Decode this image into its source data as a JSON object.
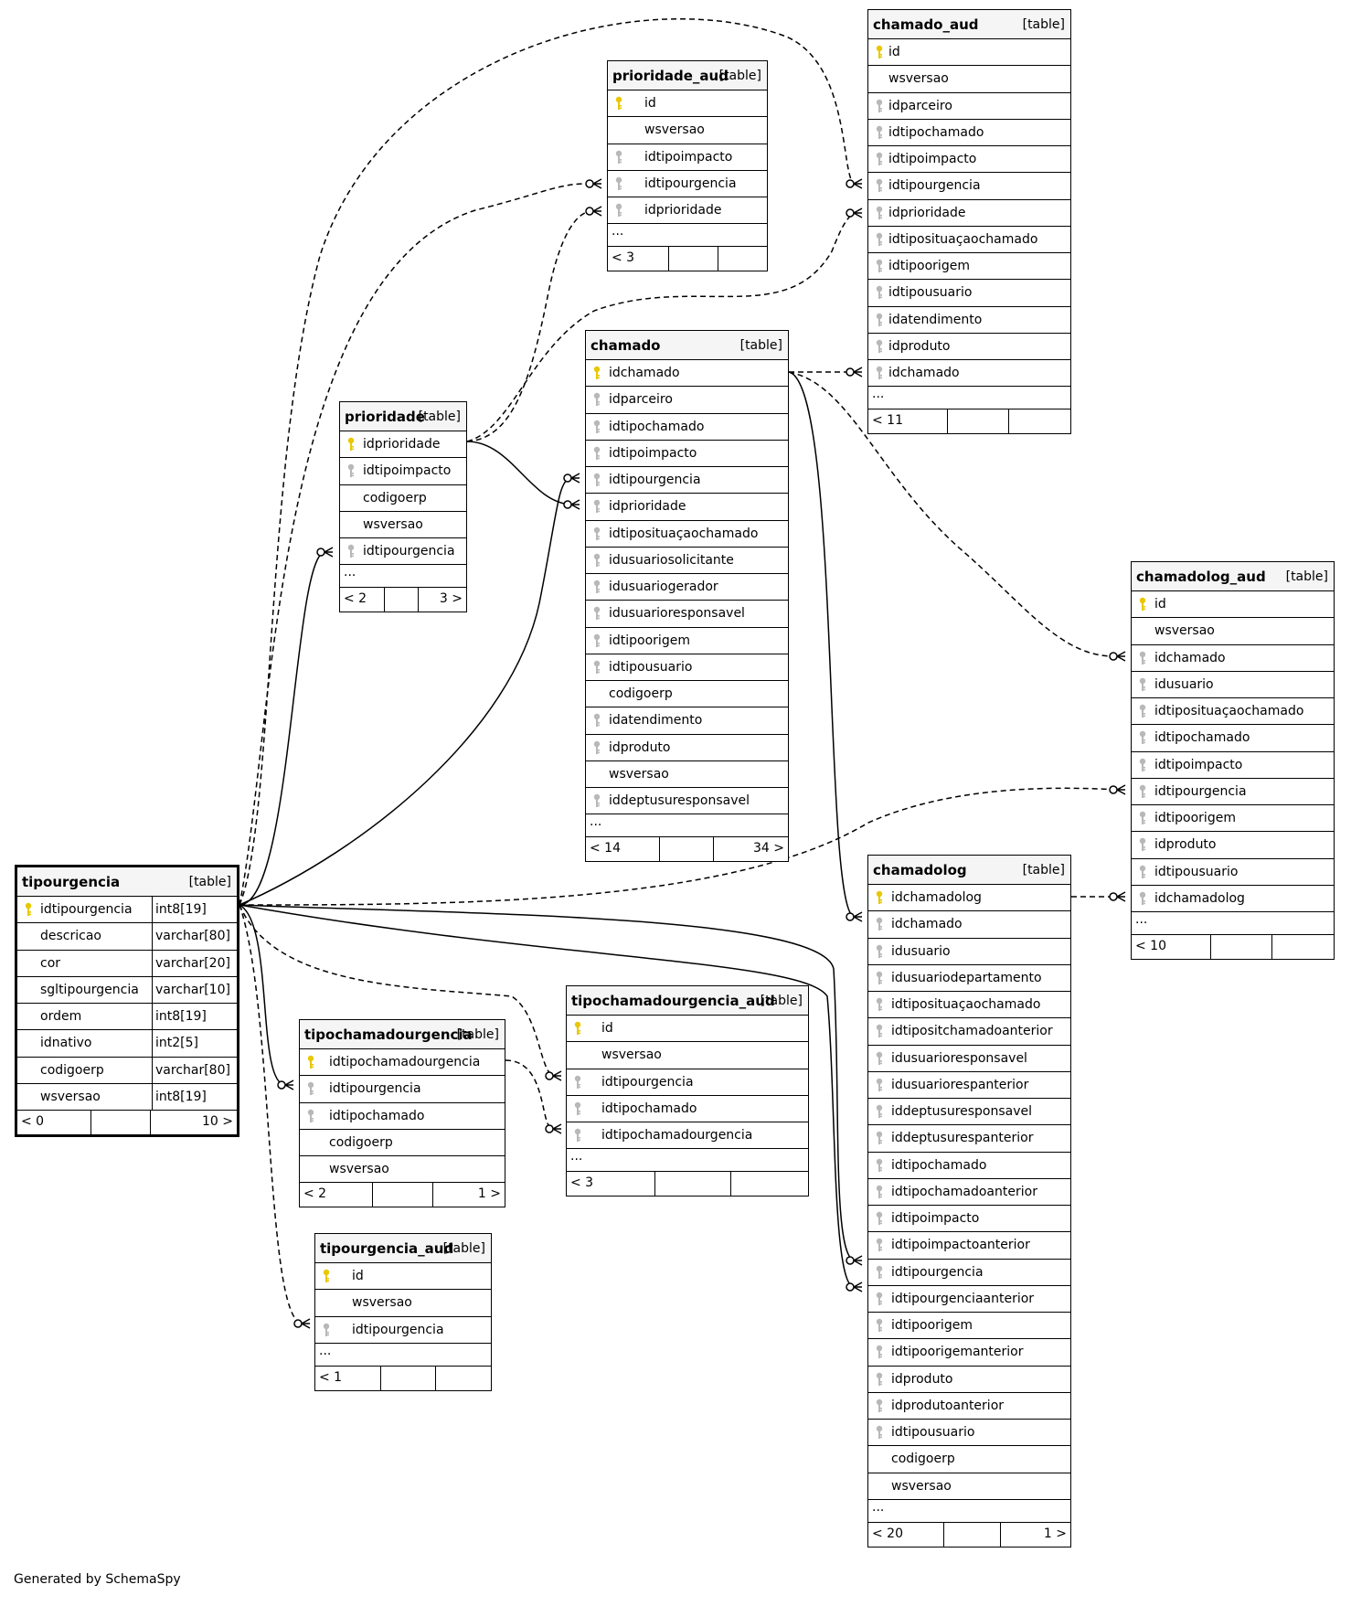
{
  "colors": {
    "pk_key": "#e8c800",
    "fk_key": "#b8b8b8",
    "header_bg": "#f5f5f5",
    "line": "#000000"
  },
  "footer_text": "Generated by SchemaSpy",
  "tables": {
    "chamado_aud": {
      "name": "chamado_aud",
      "tag": "[table]",
      "columns": [
        {
          "n": "id",
          "k": "pk"
        },
        {
          "n": "wsversao",
          "k": ""
        },
        {
          "n": "idparceiro",
          "k": "fk"
        },
        {
          "n": "idtipochamado",
          "k": "fk"
        },
        {
          "n": "idtipoimpacto",
          "k": "fk"
        },
        {
          "n": "idtipourgencia",
          "k": "fk"
        },
        {
          "n": "idprioridade",
          "k": "fk"
        },
        {
          "n": "idtiposituaçaochamado",
          "k": "fk"
        },
        {
          "n": "idtipoorigem",
          "k": "fk"
        },
        {
          "n": "idtipousuario",
          "k": "fk"
        },
        {
          "n": "idatendimento",
          "k": "fk"
        },
        {
          "n": "idproduto",
          "k": "fk"
        },
        {
          "n": "idchamado",
          "k": "fk"
        }
      ],
      "ellipsis": "...",
      "footer": [
        "< 11",
        "",
        ""
      ]
    },
    "prioridade_aud": {
      "name": "prioridade_aud",
      "tag": "[table]",
      "columns": [
        {
          "n": "id",
          "k": "pk"
        },
        {
          "n": "wsversao",
          "k": ""
        },
        {
          "n": "idtipoimpacto",
          "k": "fk"
        },
        {
          "n": "idtipourgencia",
          "k": "fk"
        },
        {
          "n": "idprioridade",
          "k": "fk"
        }
      ],
      "ellipsis": "...",
      "footer": [
        "< 3",
        "",
        ""
      ]
    },
    "chamado": {
      "name": "chamado",
      "tag": "[table]",
      "columns": [
        {
          "n": "idchamado",
          "k": "pk"
        },
        {
          "n": "idparceiro",
          "k": "fk"
        },
        {
          "n": "idtipochamado",
          "k": "fk"
        },
        {
          "n": "idtipoimpacto",
          "k": "fk"
        },
        {
          "n": "idtipourgencia",
          "k": "fk"
        },
        {
          "n": "idprioridade",
          "k": "fk"
        },
        {
          "n": "idtiposituaçaochamado",
          "k": "fk"
        },
        {
          "n": "idusuariosolicitante",
          "k": "fk"
        },
        {
          "n": "idusuariogerador",
          "k": "fk"
        },
        {
          "n": "idusuarioresponsavel",
          "k": "fk"
        },
        {
          "n": "idtipoorigem",
          "k": "fk"
        },
        {
          "n": "idtipousuario",
          "k": "fk"
        },
        {
          "n": "codigoerp",
          "k": ""
        },
        {
          "n": "idatendimento",
          "k": "fk"
        },
        {
          "n": "idproduto",
          "k": "fk"
        },
        {
          "n": "wsversao",
          "k": ""
        },
        {
          "n": "iddeptusuresponsavel",
          "k": "fk"
        }
      ],
      "ellipsis": "...",
      "footer": [
        "< 14",
        "",
        "34 >"
      ]
    },
    "prioridade": {
      "name": "prioridade",
      "tag": "[table]",
      "columns": [
        {
          "n": "idprioridade",
          "k": "pk"
        },
        {
          "n": "idtipoimpacto",
          "k": "fk"
        },
        {
          "n": "codigoerp",
          "k": ""
        },
        {
          "n": "wsversao",
          "k": ""
        },
        {
          "n": "idtipourgencia",
          "k": "fk"
        }
      ],
      "ellipsis": "...",
      "footer": [
        "< 2",
        "",
        "3 >"
      ]
    },
    "chamadolog_aud": {
      "name": "chamadolog_aud",
      "tag": "[table]",
      "columns": [
        {
          "n": "id",
          "k": "pk"
        },
        {
          "n": "wsversao",
          "k": ""
        },
        {
          "n": "idchamado",
          "k": "fk"
        },
        {
          "n": "idusuario",
          "k": "fk"
        },
        {
          "n": "idtiposituaçaochamado",
          "k": "fk"
        },
        {
          "n": "idtipochamado",
          "k": "fk"
        },
        {
          "n": "idtipoimpacto",
          "k": "fk"
        },
        {
          "n": "idtipourgencia",
          "k": "fk"
        },
        {
          "n": "idtipoorigem",
          "k": "fk"
        },
        {
          "n": "idproduto",
          "k": "fk"
        },
        {
          "n": "idtipousuario",
          "k": "fk"
        },
        {
          "n": "idchamadolog",
          "k": "fk"
        }
      ],
      "ellipsis": "...",
      "footer": [
        "< 10",
        "",
        ""
      ]
    },
    "tipourgencia": {
      "name": "tipourgencia",
      "tag": "[table]",
      "columns": [
        {
          "n": "idtipourgencia",
          "k": "pk",
          "t": "int8[19]"
        },
        {
          "n": "descricao",
          "k": "",
          "t": "varchar[80]"
        },
        {
          "n": "cor",
          "k": "",
          "t": "varchar[20]"
        },
        {
          "n": "sgltipourgencia",
          "k": "",
          "t": "varchar[10]"
        },
        {
          "n": "ordem",
          "k": "",
          "t": "int8[19]"
        },
        {
          "n": "idnativo",
          "k": "",
          "t": "int2[5]"
        },
        {
          "n": "codigoerp",
          "k": "",
          "t": "varchar[80]"
        },
        {
          "n": "wsversao",
          "k": "",
          "t": "int8[19]"
        }
      ],
      "footer": [
        "< 0",
        "",
        "10 >"
      ]
    },
    "chamadolog": {
      "name": "chamadolog",
      "tag": "[table]",
      "columns": [
        {
          "n": "idchamadolog",
          "k": "pk"
        },
        {
          "n": "idchamado",
          "k": "fk"
        },
        {
          "n": "idusuario",
          "k": "fk"
        },
        {
          "n": "idusuariodepartamento",
          "k": "fk"
        },
        {
          "n": "idtiposituaçaochamado",
          "k": "fk"
        },
        {
          "n": "idtipositchamadoanterior",
          "k": "fk"
        },
        {
          "n": "idusuarioresponsavel",
          "k": "fk"
        },
        {
          "n": "idusuariorespanterior",
          "k": "fk"
        },
        {
          "n": "iddeptusuresponsavel",
          "k": "fk"
        },
        {
          "n": "iddeptusurespanterior",
          "k": "fk"
        },
        {
          "n": "idtipochamado",
          "k": "fk"
        },
        {
          "n": "idtipochamadoanterior",
          "k": "fk"
        },
        {
          "n": "idtipoimpacto",
          "k": "fk"
        },
        {
          "n": "idtipoimpactoanterior",
          "k": "fk"
        },
        {
          "n": "idtipourgencia",
          "k": "fk"
        },
        {
          "n": "idtipourgenciaanterior",
          "k": "fk"
        },
        {
          "n": "idtipoorigem",
          "k": "fk"
        },
        {
          "n": "idtipoorigemanterior",
          "k": "fk"
        },
        {
          "n": "idproduto",
          "k": "fk"
        },
        {
          "n": "idprodutoanterior",
          "k": "fk"
        },
        {
          "n": "idtipousuario",
          "k": "fk"
        },
        {
          "n": "codigoerp",
          "k": ""
        },
        {
          "n": "wsversao",
          "k": ""
        }
      ],
      "ellipsis": "...",
      "footer": [
        "< 20",
        "",
        "1 >"
      ]
    },
    "tipochamadourgencia_aud": {
      "name": "tipochamadourgencia_aud",
      "tag": "[table]",
      "columns": [
        {
          "n": "id",
          "k": "pk"
        },
        {
          "n": "wsversao",
          "k": ""
        },
        {
          "n": "idtipourgencia",
          "k": "fk"
        },
        {
          "n": "idtipochamado",
          "k": "fk"
        },
        {
          "n": "idtipochamadourgencia",
          "k": "fk"
        }
      ],
      "ellipsis": "...",
      "footer": [
        "< 3",
        "",
        ""
      ]
    },
    "tipochamadourgencia": {
      "name": "tipochamadourgencia",
      "tag": "[table]",
      "columns": [
        {
          "n": "idtipochamadourgencia",
          "k": "pk"
        },
        {
          "n": "idtipourgencia",
          "k": "fk"
        },
        {
          "n": "idtipochamado",
          "k": "fk"
        },
        {
          "n": "codigoerp",
          "k": ""
        },
        {
          "n": "wsversao",
          "k": ""
        }
      ],
      "footer": [
        "< 2",
        "",
        "1 >"
      ]
    },
    "tipourgencia_aud": {
      "name": "tipourgencia_aud",
      "tag": "[table]",
      "columns": [
        {
          "n": "id",
          "k": "pk"
        },
        {
          "n": "wsversao",
          "k": ""
        },
        {
          "n": "idtipourgencia",
          "k": "fk"
        }
      ],
      "ellipsis": "...",
      "footer": [
        "< 1",
        "",
        ""
      ]
    }
  }
}
